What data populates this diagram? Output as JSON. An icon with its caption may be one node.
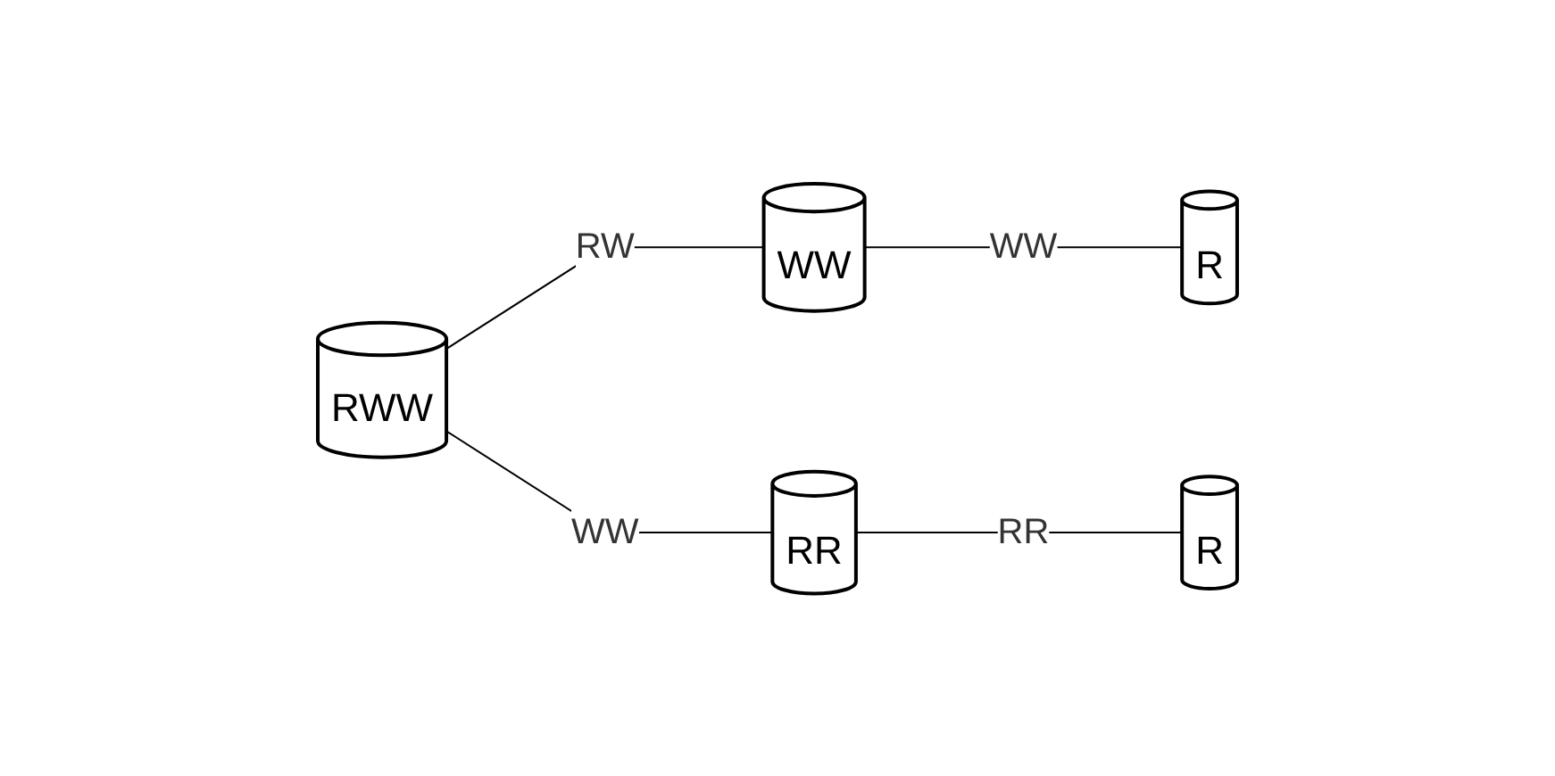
{
  "diagram": {
    "nodes": [
      {
        "text": [
          "RWW"
        ]
      },
      {
        "text": [
          "WW"
        ]
      },
      {
        "text": [
          "R"
        ]
      },
      {
        "text": [
          "RR"
        ]
      },
      {
        "text": [
          "R"
        ]
      }
    ],
    "edges": [
      {
        "from": 0,
        "to": 1,
        "arrow": "none",
        "label": "RW"
      },
      {
        "from": 1,
        "to": 2,
        "arrow": "none",
        "label": "WW"
      },
      {
        "from": 0,
        "to": 3,
        "arrow": "none",
        "label": "WW"
      },
      {
        "from": 3,
        "to": 4,
        "arrow": "none",
        "label": "RR"
      }
    ]
  }
}
